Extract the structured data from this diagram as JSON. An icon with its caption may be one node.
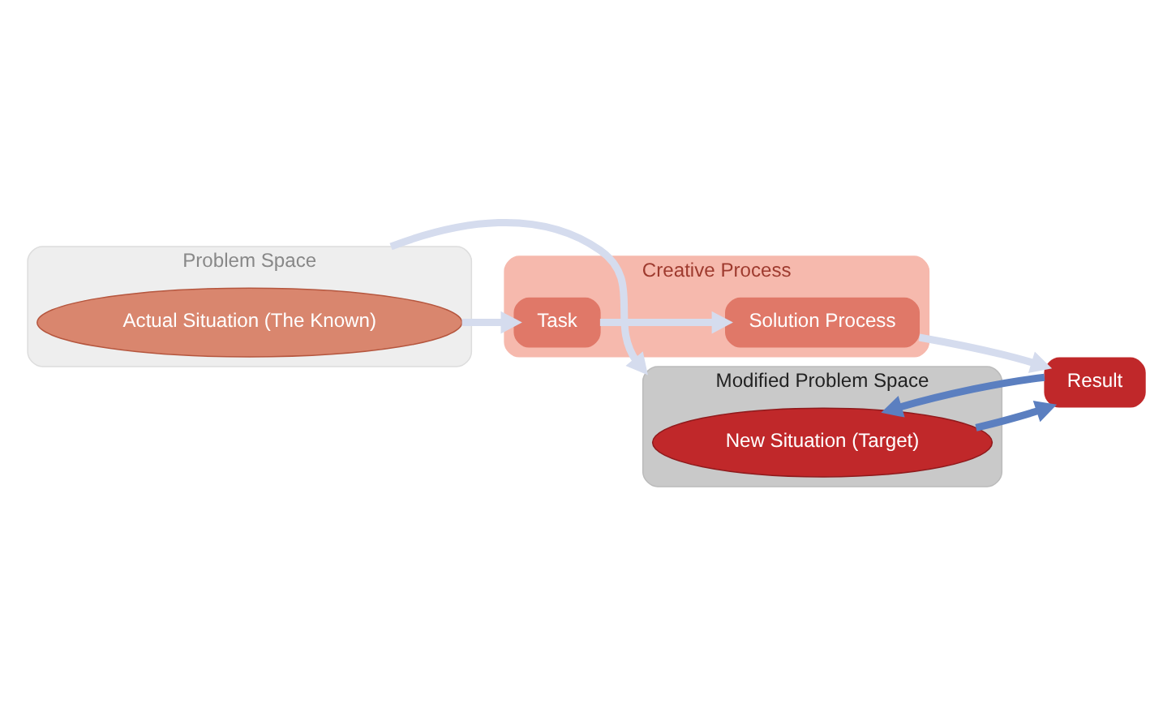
{
  "diagram": {
    "nodes": [
      {
        "text": [
          "Problem Space"
        ]
      },
      {
        "text": [
          "Actual Situation (The Known)"
        ],
        "in": 0
      },
      {
        "text": [
          "Modified Problem Space"
        ]
      },
      {
        "text": [
          "New Situation (Target)"
        ],
        "in": 2
      },
      {
        "text": [
          "Creative Process"
        ]
      },
      {
        "text": [
          "Task"
        ],
        "in": 4
      },
      {
        "text": [
          "Solution Process"
        ],
        "in": 4
      },
      {
        "text": [
          "Result"
        ]
      }
    ],
    "edges": [
      {
        "from": 0,
        "to": 2,
        "arrow": "to"
      },
      {
        "from": 1,
        "to": 5,
        "arrow": "to"
      },
      {
        "from": 5,
        "to": 6,
        "arrow": "to"
      },
      {
        "from": 6,
        "to": 7,
        "arrow": "to"
      },
      {
        "from": 3,
        "to": 7,
        "arrow": "to",
        "color": "#5b7fc0"
      },
      {
        "from": 7,
        "to": 3,
        "arrow": "to",
        "color": "#5b7fc0"
      }
    ]
  }
}
